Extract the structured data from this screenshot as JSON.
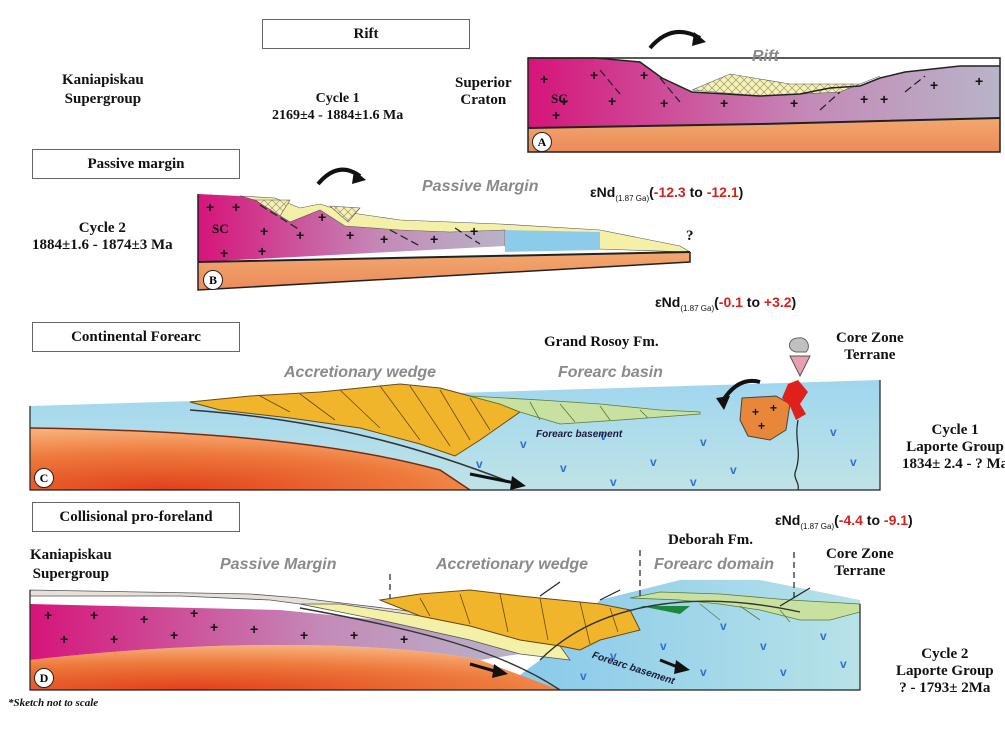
{
  "stage_titles": {
    "rift": "Rift",
    "passive_margin": "Passive margin",
    "continental_forearc": "Continental Forearc",
    "collisional": "Collisional pro-foreland"
  },
  "panel_a": {
    "group_name": "Kaniapiskau\nSupergroup",
    "cycle": "Cycle 1\n2169±4 - 1884±1.6 Ma",
    "craton": "Superior\nCraton",
    "sc": "SC",
    "rift_label": "Rift",
    "letter": "A"
  },
  "panel_b": {
    "cycle": "Cycle 2\n1884±1.6 - 1874±3 Ma",
    "sc": "SC",
    "margin_label": "Passive Margin",
    "question": "?",
    "letter": "B",
    "end_prefix": "εNd",
    "end_sub": "(1.87 Ga)",
    "end_open": "(",
    "end_v1": "-12.3",
    "end_to": " to ",
    "end_v2": "-12.1",
    "end_close": ")"
  },
  "panel_c": {
    "end_prefix": "εNd",
    "end_sub": "(1.87 Ga)",
    "end_open": "(",
    "end_v1": "-0.1",
    "end_to": " to ",
    "end_v2": "+3.2",
    "end_close": ")",
    "formation": "Grand Rosoy Fm.",
    "core_zone": "Core Zone\nTerrane",
    "wedge": "Accretionary wedge",
    "basin": "Forearc basin",
    "basement": "Forearc basement",
    "cycle": "Cycle 1\nLaporte Group\n1834± 2.4 - ? Ma",
    "letter": "C"
  },
  "panel_d": {
    "end_prefix": "εNd",
    "end_sub": "(1.87 Ga)",
    "end_open": "(",
    "end_v1": "-4.4",
    "end_to": " to ",
    "end_v2": "-9.1",
    "end_close": ")",
    "group_name": "Kaniapiskau\nSupergroup",
    "formation": "Deborah Fm.",
    "core_zone": "Core Zone\nTerrane",
    "margin_label": "Passive Margin",
    "wedge": "Accretionary wedge",
    "domain": "Forearc domain",
    "basement": "Forearc basement",
    "cycle": "Cycle 2\nLaporte Group\n? - 1793± 2Ma",
    "letter": "D"
  },
  "footnote": "*Sketch not to scale",
  "colors": {
    "craton_top": "#d81b7a",
    "craton_mid": "#c87ab0",
    "mantle": "#f2a070",
    "sediment": "#f5f0a8",
    "ocean": "#a8d8ee",
    "wedge": "#f0b52a",
    "basin": "#c8e0a0",
    "red": "#d2231e"
  }
}
